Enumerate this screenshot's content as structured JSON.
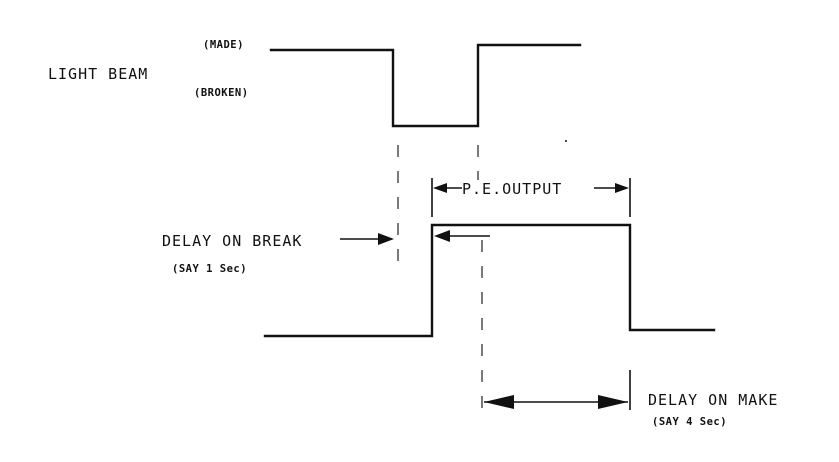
{
  "labels": {
    "light_beam": "LIGHT BEAM",
    "made": "(MADE)",
    "broken": "(BROKEN)",
    "pe_output": "P.E.OUTPUT",
    "delay_on_break": "DELAY ON BREAK",
    "delay_on_break_note": "(SAY 1 Sec)",
    "delay_on_make": "DELAY ON MAKE",
    "delay_on_make_note": "(SAY 4 Sec)"
  },
  "colors": {
    "ink": "#111111",
    "paper": "#ffffff"
  }
}
